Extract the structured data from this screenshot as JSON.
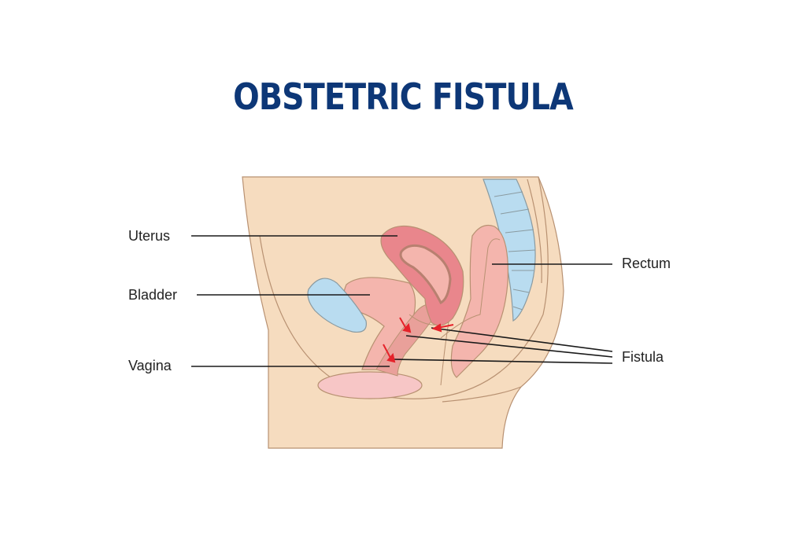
{
  "title": "OBSTETRIC FISTULA",
  "labels": {
    "uterus": "Uterus",
    "bladder": "Bladder",
    "vagina": "Vagina",
    "rectum": "Rectum",
    "fistula": "Fistula"
  },
  "colors": {
    "title": "#0d3777",
    "skin": "#f6dcbf",
    "outline": "#b89172",
    "uterus": "#e9868c",
    "organ": "#f4b5ad",
    "bone": "#b9dcf0",
    "arrow": "#e5222a"
  }
}
